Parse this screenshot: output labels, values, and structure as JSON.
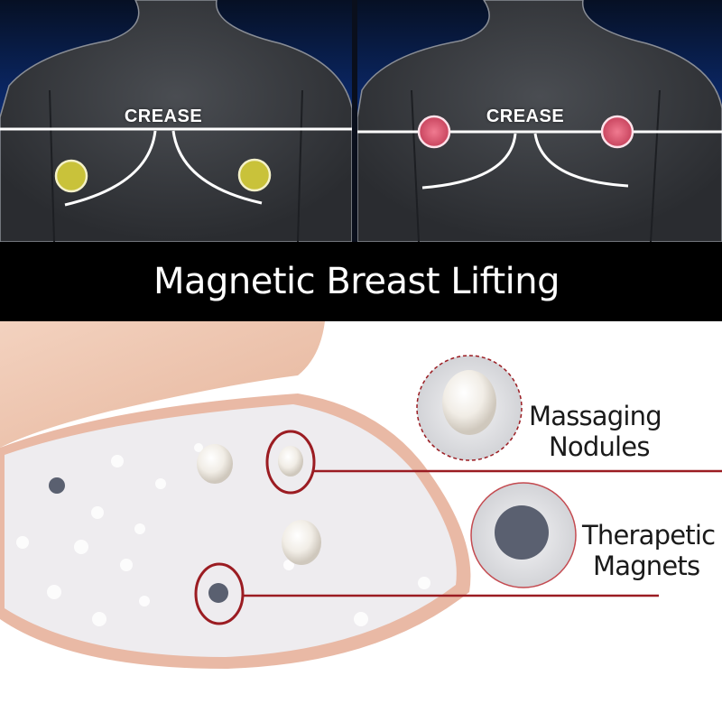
{
  "diagrams": {
    "before": {
      "label": "CREASE",
      "marker_color": "#c9c23a",
      "marker_position": "below crease"
    },
    "after": {
      "label": "CREASE",
      "marker_color": "#d9566f",
      "marker_position": "at crease"
    }
  },
  "banner": {
    "title": "Magnetic Breast Lifting"
  },
  "product": {
    "callouts": [
      {
        "id": "nodules",
        "line1": "Massaging",
        "line2": "Nodules"
      },
      {
        "id": "magnets",
        "line1": "Therapetic",
        "line2": "Magnets"
      }
    ],
    "accent_color": "#9b1c22",
    "pad_fabric_color": "#f0c9b3",
    "pad_liner_color": "#eeecef",
    "magnet_color": "#5a6070"
  }
}
